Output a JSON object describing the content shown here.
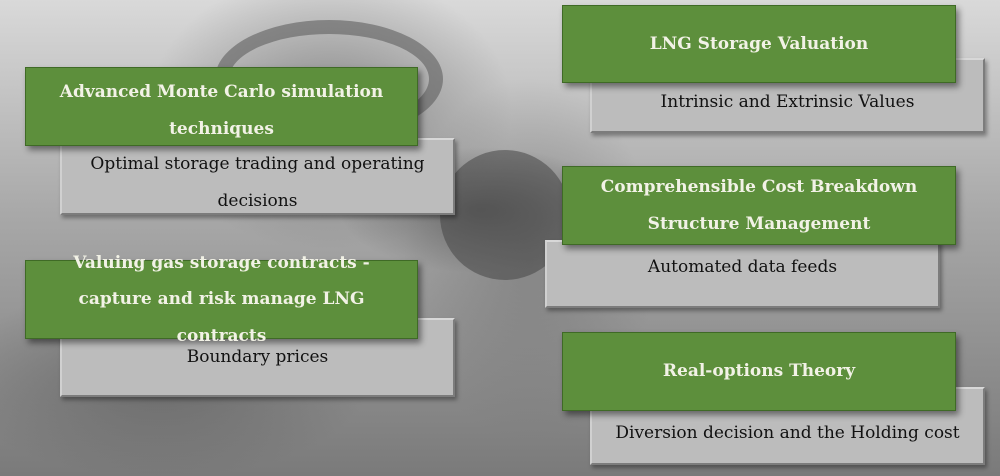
{
  "items": [
    {
      "title": "Advanced Monte Carlo simulation techniques",
      "detail": "Optimal storage trading and operating decisions"
    },
    {
      "title": "Valuing gas storage contracts - capture and risk manage LNG contracts",
      "detail": "Boundary prices"
    },
    {
      "title": "LNG Storage Valuation",
      "detail": "Intrinsic and Extrinsic Values"
    },
    {
      "title": "Comprehensible Cost Breakdown Structure Management",
      "detail": "Automated data feeds"
    },
    {
      "title": "Real-options Theory",
      "detail": "Diversion decision and the Holding cost"
    }
  ],
  "colors": {
    "title_box": "#5d8f3c",
    "detail_box": "#bcbcbc"
  }
}
